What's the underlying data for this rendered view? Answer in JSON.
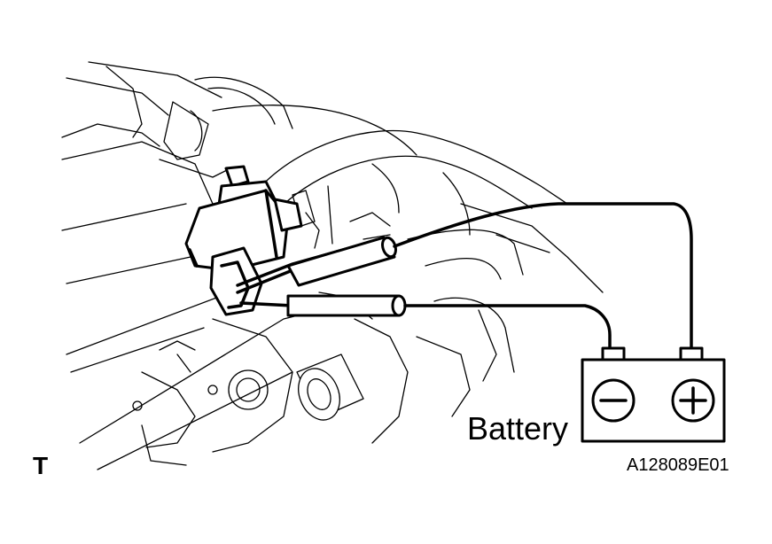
{
  "labels": {
    "battery": "Battery",
    "corner_mark": "T",
    "figure_code": "A128089E01"
  },
  "battery": {
    "negative_symbol": "−",
    "positive_symbol": "+"
  }
}
